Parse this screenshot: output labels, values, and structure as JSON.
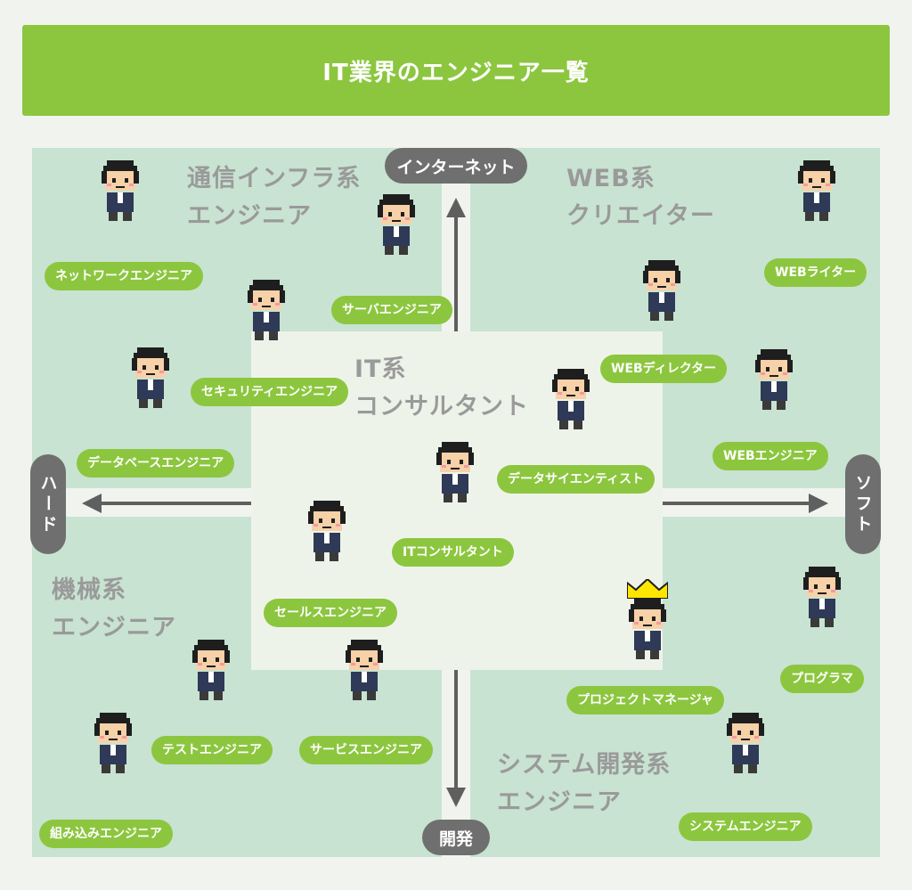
{
  "title": "IT業界のエンジニア一覧",
  "axes": {
    "top": "インターネット",
    "bottom": "開発",
    "left": "ハード",
    "right": "ソフト"
  },
  "categories": {
    "infra": [
      "通信インフラ系",
      "エンジニア"
    ],
    "web": [
      "WEB系",
      "クリエイター"
    ],
    "consult": [
      "IT系",
      "コンサルタント"
    ],
    "machine": [
      "機械系",
      "エンジニア"
    ],
    "system": [
      "システム開発系",
      "エンジニア"
    ]
  },
  "roles": {
    "network": "ネットワークエンジニア",
    "server": "サーバエンジニア",
    "security": "セキュリティエンジニア",
    "database": "データベースエンジニア",
    "web_writer": "WEBライター",
    "web_director": "WEBディレクター",
    "web_engineer": "WEBエンジニア",
    "data_scientist": "データサイエンティスト",
    "it_consultant": "ITコンサルタント",
    "sales": "セールスエンジニア",
    "service": "サービスエンジニア",
    "test": "テストエンジニア",
    "embedded": "組み込みエンジニア",
    "project_manager": "プロジェクトマネージャ",
    "programmer": "プログラマ",
    "system_engineer": "システムエンジニア"
  },
  "colors": {
    "accent": "#8cc63f",
    "quadrant": "#c8e3d1",
    "center": "#eef3ea",
    "axis": "#6f6f6f",
    "category_text": "#9a9a9a"
  }
}
